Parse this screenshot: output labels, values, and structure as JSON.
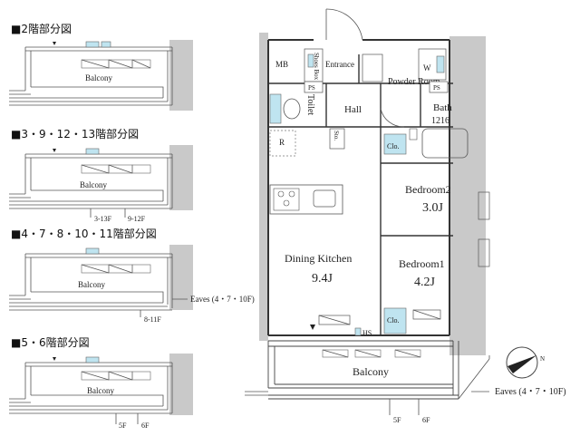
{
  "partial_plans": [
    {
      "title": "■2階部分図",
      "balcony": "Balcony",
      "marks": []
    },
    {
      "title": "■3・9・12・13階部分図",
      "balcony": "Balcony",
      "marks": [
        "3-13F",
        "9-12F"
      ]
    },
    {
      "title": "■4・7・8・10・11階部分図",
      "balcony": "Balcony",
      "marks": [
        "8-11F"
      ],
      "eaves": "Eaves (4・7・10F)"
    },
    {
      "title": "■5・6階部分図",
      "balcony": "Balcony",
      "marks": [
        "5F",
        "6F"
      ]
    }
  ],
  "main_plan": {
    "rooms": {
      "mb": "MB",
      "shoes_box": "Shoes Box",
      "entrance": "Entrance",
      "powder_room": "Powder Room",
      "w": "W",
      "ps": "PS",
      "toilet": "Toilet",
      "hall": "Hall",
      "bath": "Bath",
      "bath_size": "1216",
      "r": "R",
      "sto": "Sto.",
      "clo": "Clo.",
      "bedroom2": "Bedroom2",
      "bedroom2_size": "3.0J",
      "bedroom1": "Bedroom1",
      "bedroom1_size": "4.2J",
      "dining_kitchen": "Dining Kitchen",
      "dining_kitchen_size": "9.4J",
      "hs": "HS",
      "balcony": "Balcony",
      "eaves": "Eaves (4・7・10F)",
      "floor_5": "5F",
      "floor_6": "6F",
      "north": "N"
    }
  },
  "colors": {
    "fixture_blue": "#bfe4f0",
    "wall_grey": "#c9c9c9",
    "line": "#333333"
  }
}
